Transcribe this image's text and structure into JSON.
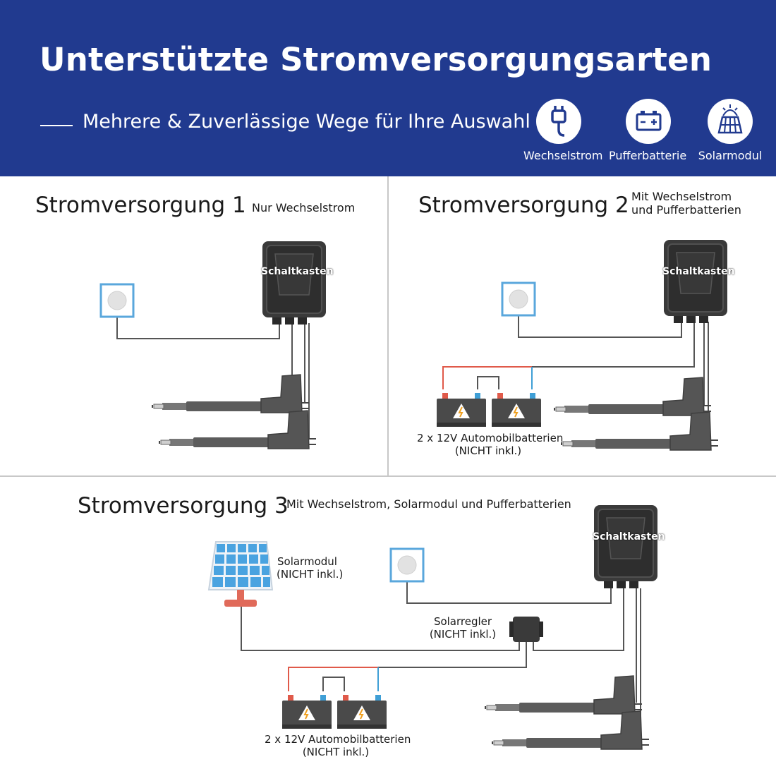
{
  "header": {
    "title": "Unterstützte Stromversorgungsarten",
    "subtitle": "Mehrere & Zuverlässige Wege für Ihre Auswahl",
    "icons": [
      {
        "name": "plug-icon",
        "label": "Wechselstrom"
      },
      {
        "name": "battery-icon",
        "label": "Pufferbatterie"
      },
      {
        "name": "solar-panel-icon",
        "label": "Solarmodul"
      }
    ]
  },
  "sections": {
    "s1": {
      "title": "Stromversorgung 1",
      "subtitle": "Nur Wechselstrom",
      "control_box": "Schaltkasten"
    },
    "s2": {
      "title": "Stromversorgung 2",
      "subtitle_line1": "Mit Wechselstrom",
      "subtitle_line2": "und Pufferbatterien",
      "control_box": "Schaltkasten",
      "battery_line1": "2 x 12V Automobilbatterien",
      "battery_line2": "(NICHT inkl.)"
    },
    "s3": {
      "title": "Stromversorgung 3",
      "subtitle": "Mit Wechselstrom, Solarmodul und Pufferbatterien",
      "control_box": "Schaltkasten",
      "solar_line1": "Solarmodul",
      "solar_line2": "(NICHT inkl.)",
      "regulator_line1": "Solarregler",
      "regulator_line2": "(NICHT inkl.)",
      "battery_line1": "2 x 12V Automobilbatterien",
      "battery_line2": "(NICHT inkl.)"
    }
  },
  "colors": {
    "header_bg": "#213a8f",
    "socket_frame": "#5aa7dc",
    "wire": "#555555",
    "positive_wire": "#e05a4a",
    "negative_wire": "#3f9fd6",
    "device_dark": "#3a3a3a",
    "solar_cell": "#4aa3e0"
  }
}
